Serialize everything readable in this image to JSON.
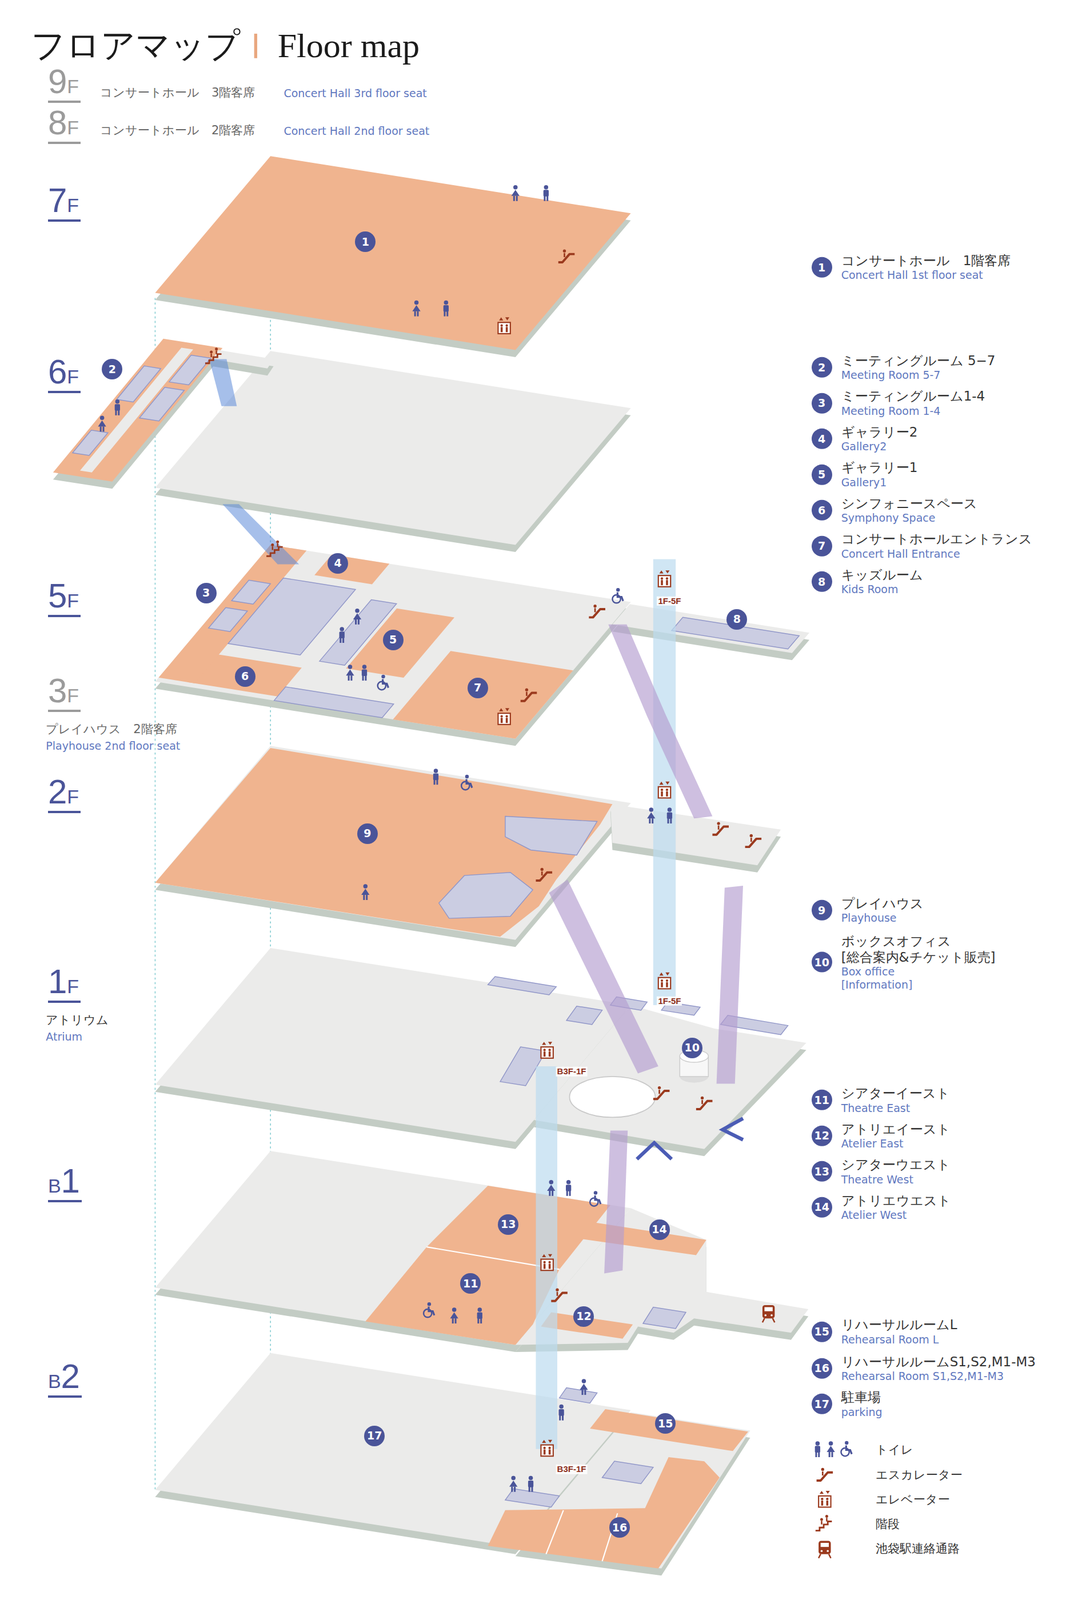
{
  "diagram": {
    "title": "フロアマップ",
    "nodes": [
      {
        "text": [
          "1",
          "コンサートホール　1階客席",
          "Concert Hall 1st floor seat"
        ]
      },
      {
        "text": [
          "2",
          "ミーティングルーム 5−7",
          "Meeting Room 5-7"
        ]
      },
      {
        "text": [
          "3",
          "ミーティングルーム1-4",
          "Meeting Room 1-4"
        ]
      },
      {
        "text": [
          "4",
          "ギャラリー2",
          "Gallery2"
        ]
      },
      {
        "text": [
          "5",
          "ギャラリー1",
          "Gallery1"
        ]
      },
      {
        "text": [
          "6",
          "シンフォニースペース",
          "Symphony Space"
        ]
      },
      {
        "text": [
          "7",
          "コンサートホールエントランス",
          "Concert Hall Entrance"
        ]
      },
      {
        "text": [
          "8",
          "キッズルーム",
          "Kids Room"
        ]
      },
      {
        "text": [
          "9",
          "プレイハウス",
          "Playhouse"
        ]
      },
      {
        "text": [
          "10",
          "ボックスオフィス [総合案内&チケット販売]",
          "Box office [Information]"
        ]
      },
      {
        "text": [
          "11",
          "シアターイースト",
          "Theatre East"
        ]
      },
      {
        "text": [
          "12",
          "アトリエイースト",
          "Atelier East"
        ]
      },
      {
        "text": [
          "13",
          "シアターウエスト",
          "Theatre West"
        ]
      },
      {
        "text": [
          "14",
          "アトリエウエスト",
          "Atelier West"
        ]
      },
      {
        "text": [
          "15",
          "リハーサルルームL",
          "Rehearsal Room L"
        ]
      },
      {
        "text": [
          "16",
          "リハーサルルームS1,S2,M1-M3",
          "Rehearsal Room S1,S2,M1-M3"
        ]
      },
      {
        "text": [
          "17",
          "駐車場",
          "parking"
        ]
      }
    ],
    "labels": [
      "Floor map",
      "9",
      "F",
      "コンサートホール　3階客席",
      "Concert Hall 3rd floor seat",
      "8",
      "F",
      "コンサートホール　2階客席",
      "Concert Hall 2nd floor seat",
      "7",
      "F",
      "6",
      "F",
      "5",
      "F",
      "3",
      "F",
      "プレイハウス　2階客席",
      "Playhouse 2nd floor seat",
      "2",
      "F",
      "1",
      "F",
      "アトリウム",
      "Atrium",
      "B",
      "1",
      "B",
      "2",
      "1",
      "2",
      "3",
      "4",
      "5",
      "6",
      "7",
      "8",
      "9",
      "10",
      "13",
      "14",
      "11",
      "12",
      "17",
      "15",
      "16",
      "1F-5F",
      "1F-5F",
      "B3F-1F",
      "B3F-1F"
    ],
    "legend": [
      {
        "text": "トイレ"
      },
      {
        "text": "エスカレーター"
      },
      {
        "text": "エレベーター"
      },
      {
        "text": "階段"
      },
      {
        "text": "池袋駅連絡通路"
      }
    ]
  }
}
